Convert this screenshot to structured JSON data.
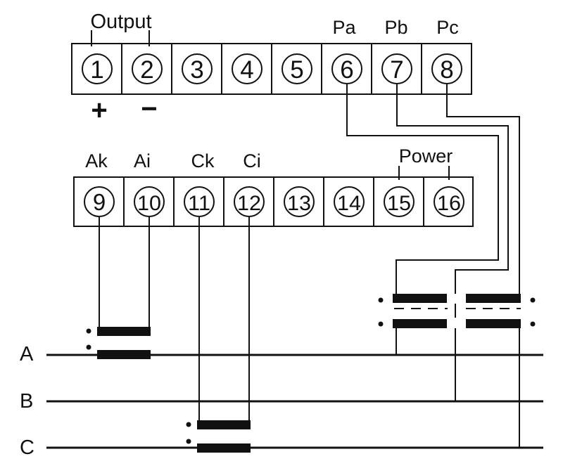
{
  "colors": {
    "ink": "#111111",
    "paper": "#ffffff"
  },
  "top_labels": {
    "output": "Output",
    "pa": "Pa",
    "pb": "Pb",
    "pc": "Pc",
    "plus": "+",
    "minus": "−"
  },
  "bottom_labels": {
    "ak": "Ak",
    "ai": "Ai",
    "ck": "Ck",
    "ci": "Ci",
    "power": "Power"
  },
  "top_terminals": [
    "1",
    "2",
    "3",
    "4",
    "5",
    "6",
    "7",
    "8"
  ],
  "bottom_terminals": [
    "9",
    "10",
    "11",
    "12",
    "13",
    "14",
    "15",
    "16"
  ],
  "lines": {
    "a": "A",
    "b": "B",
    "c": "C"
  }
}
